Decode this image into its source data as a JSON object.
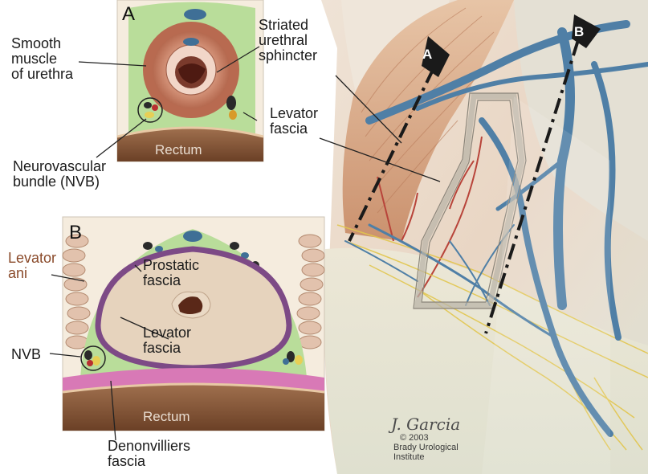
{
  "panel_a": {
    "letter": "A",
    "labels": {
      "smooth_muscle": "Smooth\nmuscle\nof urethra",
      "striated_sphincter": "Striated\nurethral\nsphincter",
      "levator_fascia": "Levator\nfascia",
      "nvb": "Neurovascular\nbundle (NVB)",
      "rectum": "Rectum"
    }
  },
  "panel_b": {
    "letter": "B",
    "labels": {
      "levator_ani": "Levator\nani",
      "prostatic_fascia": "Prostatic\nfascia",
      "levator_fascia": "Levator\nfascia",
      "nvb": "NVB",
      "rectum": "Rectum",
      "denonvilliers": "Denonvilliers\nfascia"
    }
  },
  "main_view": {
    "section_a": "A",
    "section_b": "B"
  },
  "credit": {
    "signature": "J. Garcia",
    "copyright": "© 2003",
    "institution_line1": "Brady Urological",
    "institution_line2": "Institute"
  },
  "colors": {
    "fascia_green": "#b9dd9a",
    "urethra_muscle": "#c98a6e",
    "prostate": "#e6d3bd",
    "levator_fascia_purple": "#7d4a86",
    "denonvilliers_magenta": "#d879b6",
    "rectum": "#7a5034",
    "vein_blue": "#4f7fa6",
    "nerve_yellow": "#e7cf55"
  }
}
